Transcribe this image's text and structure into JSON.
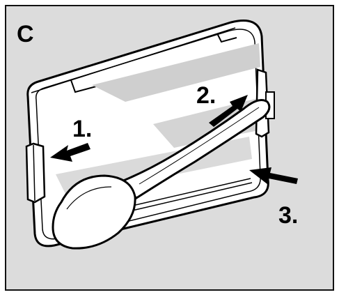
{
  "panel": {
    "letter": "C",
    "background": "#dcdcdc",
    "border": "#111111"
  },
  "steps": [
    {
      "label": "1.",
      "arrow_direction": "left"
    },
    {
      "label": "2.",
      "arrow_direction": "up-right"
    },
    {
      "label": "3.",
      "arrow_direction": "left"
    }
  ],
  "illustration": {
    "objects": [
      "flat-rectangular-case",
      "spoon"
    ],
    "arrow_color": "#000000",
    "line_color": "#000000",
    "fill_color": "#ffffff"
  }
}
